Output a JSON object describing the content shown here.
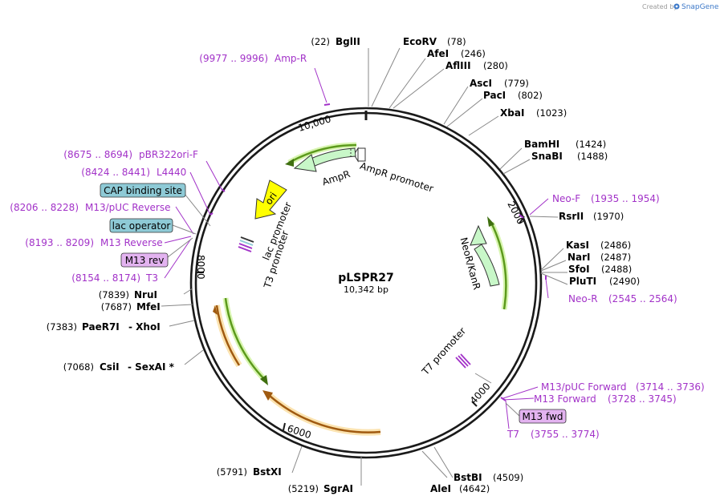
{
  "watermark": {
    "prefix": "Created by",
    "brand": "SnapGene"
  },
  "plasmid": {
    "name": "pLSPR27",
    "length": "10,342 bp"
  },
  "ticks": [
    {
      "label": "10,000"
    },
    {
      "label": "2000"
    },
    {
      "label": "4000"
    },
    {
      "label": "6000"
    },
    {
      "label": "8000"
    }
  ],
  "enzymes": [
    {
      "name": "BglII",
      "pos": "(22)"
    },
    {
      "name": "EcoRV",
      "pos": "(78)"
    },
    {
      "name": "AfeI",
      "pos": "(246)"
    },
    {
      "name": "AflIII",
      "pos": "(280)"
    },
    {
      "name": "AscI",
      "pos": "(779)"
    },
    {
      "name": "PacI",
      "pos": "(802)"
    },
    {
      "name": "XbaI",
      "pos": "(1023)"
    },
    {
      "name": "BamHI",
      "pos": "(1424)"
    },
    {
      "name": "SnaBI",
      "pos": "(1488)"
    },
    {
      "name": "RsrII",
      "pos": "(1970)"
    },
    {
      "name": "KasI",
      "pos": "(2486)"
    },
    {
      "name": "NarI",
      "pos": "(2487)"
    },
    {
      "name": "SfoI",
      "pos": "(2488)"
    },
    {
      "name": "PluTI",
      "pos": "(2490)"
    },
    {
      "name": "BstBI",
      "pos": "(4509)"
    },
    {
      "name": "AleI",
      "pos": "(4642)"
    },
    {
      "name": "SgrAI",
      "pos": "(5219)"
    },
    {
      "name": "BstXI",
      "pos": "(5791)"
    },
    {
      "name": "CsiI",
      "pos": "(7068)",
      "extra": "- SexAI *"
    },
    {
      "name": "PaeR7I",
      "pos": "(7383)",
      "extra": "- XhoI"
    },
    {
      "name": "MfeI",
      "pos": "(7687)"
    },
    {
      "name": "NruI",
      "pos": "(7839)"
    }
  ],
  "primers": [
    {
      "name": "Amp-R",
      "range": "(9977 .. 9996)"
    },
    {
      "name": "pBR322ori-F",
      "range": "(8675 .. 8694)"
    },
    {
      "name": "L4440",
      "range": "(8424 .. 8441)"
    },
    {
      "name": "M13/pUC Reverse",
      "range": "(8206 .. 8228)"
    },
    {
      "name": "M13 Reverse",
      "range": "(8193 .. 8209)"
    },
    {
      "name": "T3",
      "range": "(8154 .. 8174)"
    },
    {
      "name": "Neo-F",
      "range": "(1935 .. 1954)"
    },
    {
      "name": "Neo-R",
      "range": "(2545 .. 2564)"
    },
    {
      "name": "M13/pUC Forward",
      "range": "(3714 .. 3736)"
    },
    {
      "name": "M13 Forward",
      "range": "(3728 .. 3745)"
    },
    {
      "name": "T7",
      "range": "(3755 .. 3774)"
    }
  ],
  "boxed_features": [
    {
      "label": "CAP binding site"
    },
    {
      "label": "lac operator"
    },
    {
      "label": "M13 rev"
    },
    {
      "label": "M13 fwd"
    }
  ],
  "features": [
    {
      "label": "AmpR"
    },
    {
      "label": "AmpR promoter"
    },
    {
      "label": "ori"
    },
    {
      "label": "lac promoter"
    },
    {
      "label": "T3 promoter"
    },
    {
      "label": "NeoR/KanR"
    },
    {
      "label": "T7 promoter"
    }
  ],
  "colors": {
    "backbone": "#1a1a1a",
    "primer": "#a232c8",
    "box_blue": "#8ecad6",
    "box_purple": "#e3b3f0",
    "green_arrow": "#c8f7c8",
    "yellow": "#ffff00",
    "orange_arc": "#f7c87a",
    "olive_arc": "#5c9a1c"
  }
}
